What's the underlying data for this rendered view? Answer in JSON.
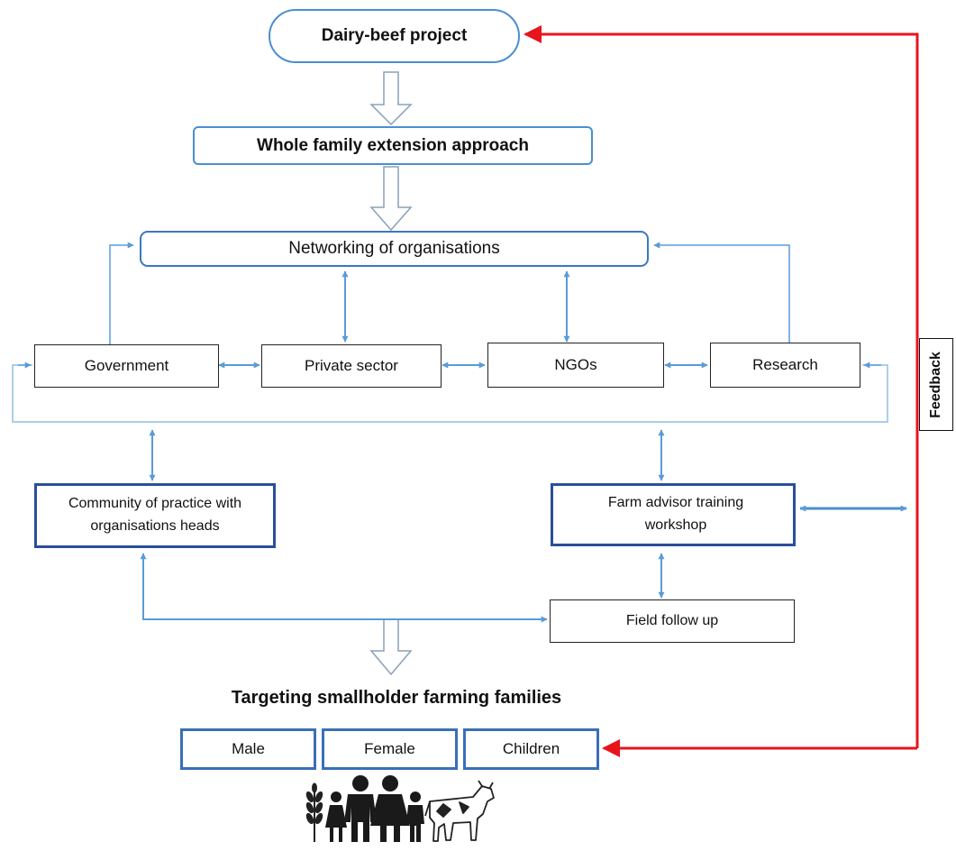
{
  "diagram": {
    "project": "Dairy-beef project",
    "approach": "Whole family extension approach",
    "networking": "Networking of organisations",
    "orgs": {
      "government": "Government",
      "private": "Private sector",
      "ngos": "NGOs",
      "research": "Research"
    },
    "community": "Community of practice with organisations heads",
    "farm_advisor": "Farm advisor training workshop",
    "field": "Field follow up",
    "targeting": "Targeting smallholder farming families",
    "families": {
      "male": "Male",
      "female": "Female",
      "children": "Children"
    },
    "feedback": "Feedback"
  },
  "colors": {
    "accent_blue": "#4a8fd0",
    "dark_blue": "#2a4f9a",
    "feedback_red": "#e8141c",
    "line_blue": "#5a9bd8"
  },
  "icons": [
    "wheat-icon",
    "family-icon",
    "cow-icon"
  ]
}
